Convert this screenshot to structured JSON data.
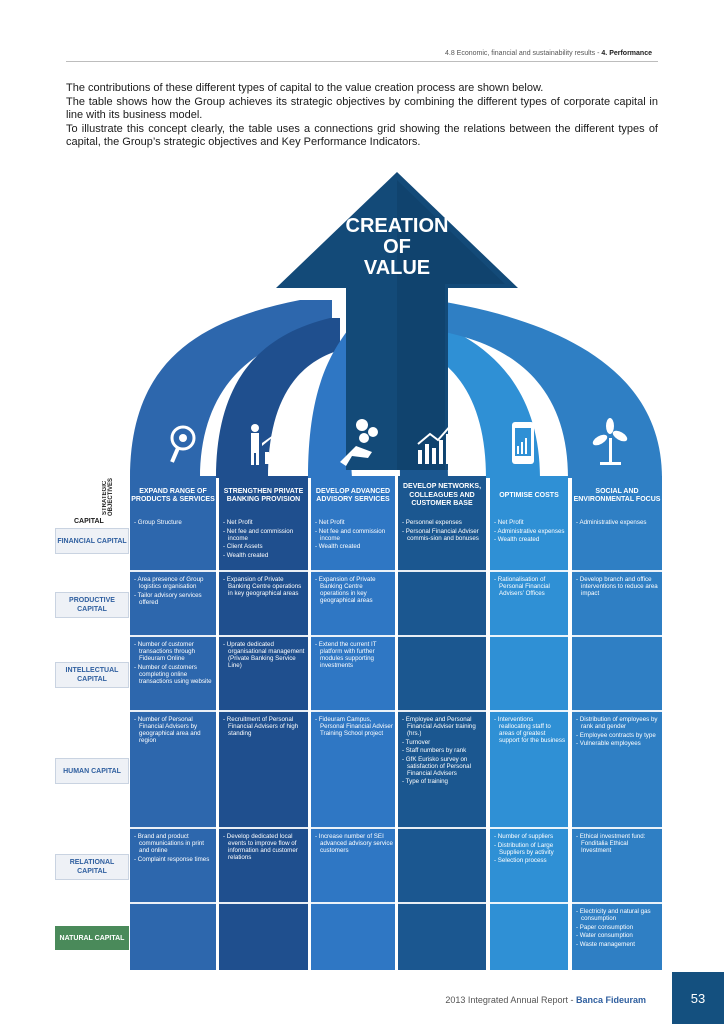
{
  "header": {
    "section": "4.8 Economic, financial and sustainability results - ",
    "chapter": "4. Performance"
  },
  "intro": [
    "The contributions of these different types of capital to the value creation process are shown below.",
    "The table shows how the Group achieves its strategic objectives by combining the different types of corporate capital in line with its business model.",
    "To illustrate this concept clearly, the table uses a connections grid showing the relations between the different types of capital, the Group’s strategic objectives and Key Performance Indicators."
  ],
  "arrow": {
    "line1": "CREATION",
    "line2": "OF",
    "line3": "VALUE"
  },
  "grid": {
    "strategic_label": "STRATEGIC OBJECTIVES",
    "capital_label": "CAPITAL",
    "objectives": [
      "EXPAND RANGE OF PRODUCTS & SERVICES",
      "STRENGTHEN PRIVATE BANKING PROVISION",
      "DEVELOP ADVANCED ADVISORY SERVICES",
      "DEVELOP NETWORKS, COLLEAGUES AND CUSTOMER BASE",
      "OPTIMISE COSTS",
      "SOCIAL AND ENVIRONMENTAL FOCUS"
    ],
    "objective_icons": [
      "magnifier-icon",
      "growth-chart-icon",
      "coins-hand-icon",
      "bar-chart-icon",
      "smartphone-chart-icon",
      "plant-icon"
    ],
    "capitals": [
      {
        "label": "FINANCIAL CAPITAL",
        "cells": [
          [
            "Group Structure"
          ],
          [
            "Net Profit",
            "Net fee and commission income",
            "Client Assets",
            "Wealth created"
          ],
          [
            "Net Profit",
            "Net fee and commission income",
            "Wealth created"
          ],
          [
            "Personnel expenses",
            "Personal Financial Adviser commis-sion and bonuses"
          ],
          [
            "Net Profit",
            "Administrative expenses",
            "Wealth created"
          ],
          [
            "Administrative expenses"
          ]
        ]
      },
      {
        "label": "PRODUCTIVE CAPITAL",
        "cells": [
          [
            "Area presence of Group logistics organisation",
            "Tailor advisory services offered"
          ],
          [
            "Expansion of Private Banking Centre operations in key geographical areas"
          ],
          [
            "Expansion of Private Banking Centre operations in key geographical areas"
          ],
          [],
          [
            "Rationalisation of Personal Financial Advisers’ Offices"
          ],
          [
            "Develop branch and office interventions to reduce area impact"
          ]
        ]
      },
      {
        "label": "INTELLECTUAL CAPITAL",
        "cells": [
          [
            "Number of customer transactions through Fideuram Online",
            "Number of customers completing online transactions using website"
          ],
          [
            "Uprate dedicated organisational management (Private Banking Service Line)"
          ],
          [
            "Extend the current IT platform with further modules supporting investments"
          ],
          [],
          [],
          []
        ]
      },
      {
        "label": "HUMAN CAPITAL",
        "cells": [
          [
            "Number of Personal Financial Advisers by geographical area and region"
          ],
          [
            "Recruitment of Personal Financial Advisers of high standing"
          ],
          [
            "Fideuram Campus, Personal Financial Adviser Training School project"
          ],
          [
            "Employee and Personal Financial Adviser training (hrs.)",
            "Turnover",
            "Staff numbers by rank",
            "GfK Eurisko survey on satisfaction of Personal Financial Advisers",
            "Type of training"
          ],
          [
            "Interventions reallocating staff to areas of greatest support for the business"
          ],
          [
            "Distribution of employees by rank and gender",
            "Employee contracts by type",
            "Vulnerable employees"
          ]
        ]
      },
      {
        "label": "RELATIONAL CAPITAL",
        "cells": [
          [
            "Brand and product communications in print and online",
            "Complaint response times"
          ],
          [
            "Develop dedicated local events to improve flow of information and customer relations"
          ],
          [
            "Increase number of SEI advanced advisory service customers"
          ],
          [],
          [
            "Number of suppliers",
            "Distribution of Large Suppliers by activity",
            "Selection process"
          ],
          [
            "Ethical investment fund: Fonditalia Ethical Investment"
          ]
        ]
      },
      {
        "label": "NATURAL CAPITAL",
        "cells": [
          [],
          [],
          [],
          [],
          [],
          [
            "Electricity and natural gas consumption",
            "Paper consumption",
            "Water consumption",
            "Waste management"
          ]
        ]
      }
    ]
  },
  "footer": {
    "report": "2013 Integrated Annual Report - ",
    "company": "Banca Fideuram",
    "page": "53"
  },
  "colors": {
    "columns": [
      "#2d67ad",
      "#1f4f8e",
      "#2f77c4",
      "#1b5790",
      "#2f90d5",
      "#2f7fc4"
    ],
    "capital_text": "#2f5f9f",
    "natural": "#4a8a5a",
    "page_box": "#14507f"
  }
}
